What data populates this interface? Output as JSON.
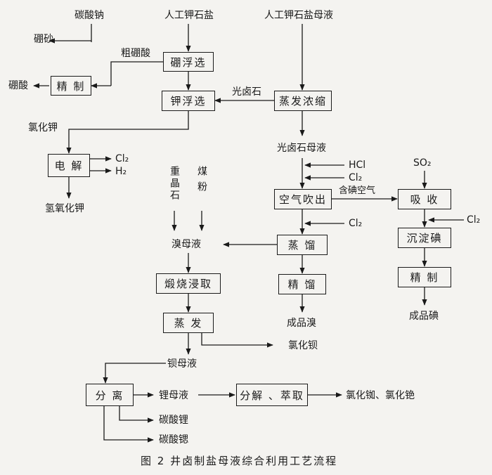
{
  "inputs": {
    "sodium_carbonate": "碳酸钠",
    "artificial_carnallite": "人工钾石盐",
    "carnallite_mother_liquor": "人工钾石盐母液"
  },
  "boxes": {
    "boron_flotation": "硼浮选",
    "refine_1": "精  制",
    "potassium_flotation": "钾浮选",
    "evaporate_concentrate": "蒸发浓缩",
    "electrolysis": "电  解",
    "air_blowout": "空气吹出",
    "absorb": "吸  收",
    "distill": "蒸  馏",
    "precipitate_iodine": "沉淀碘",
    "calcine_leach": "煅烧浸取",
    "refine_bromine": "精  馏",
    "refine_iodine": "精  制",
    "evaporate": "蒸  发",
    "separate": "分  离",
    "decompose_extract": "分解 、萃取"
  },
  "labels": {
    "borax": "硼砂",
    "crude_boric_acid": "粗硼酸",
    "boric_acid": "硼酸",
    "carnallite": "光卤石",
    "potassium_chloride": "氯化钾",
    "cl2_a": "Cl₂",
    "h2": "H₂",
    "potassium_hydroxide": "氢氧化钾",
    "carnallite_mother": "光卤石母液",
    "hcl": "HCl",
    "cl2_b": "Cl₂",
    "iodine_air": "含碘空气",
    "so2": "SO₂",
    "cl2_c": "Cl₂",
    "cl2_d": "Cl₂",
    "celestite": "重晶石",
    "coal_powder": "煤粉",
    "bromine_mother": "溴母液",
    "product_bromine": "成品溴",
    "product_iodine": "成品碘",
    "barium_chloride": "氯化钡",
    "barium_mother": "钡母液",
    "lithium_mother": "锂母液",
    "rb_cs_chloride": "氯化铷、氯化铯",
    "lithium_carbonate": "碳酸锂",
    "strontium_carbonate": "碳酸锶"
  },
  "caption": "图 2   井卤制盐母液综合利用工艺流程"
}
